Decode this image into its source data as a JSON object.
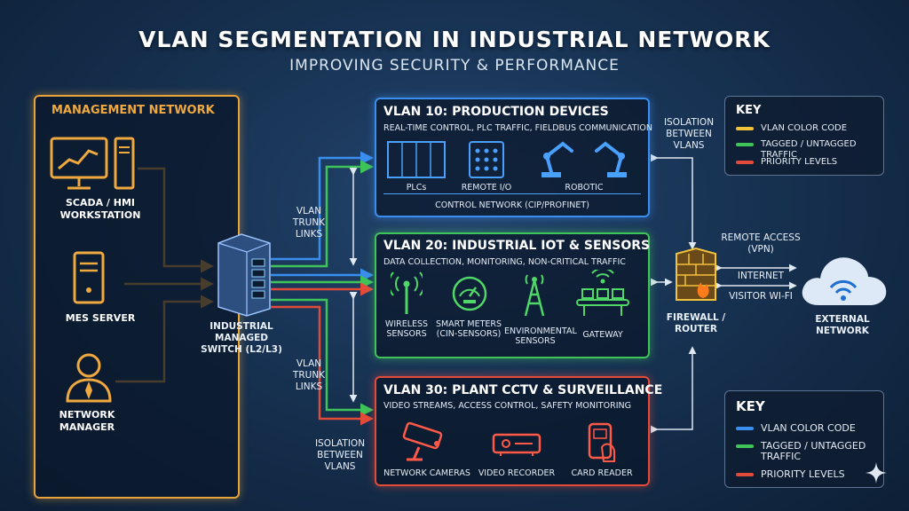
{
  "header": {
    "title": "VLAN SEGMENTATION IN INDUSTRIAL NETWORK",
    "subtitle": "IMPROVING SECURITY & PERFORMANCE"
  },
  "management": {
    "title": "MANAGEMENT NETWORK",
    "devices": [
      "SCADA / HMI WORKSTATION",
      "MES SERVER",
      "NETWORK MANAGER"
    ]
  },
  "switch": {
    "label": "INDUSTRIAL MANAGED SWITCH (L2/L3)"
  },
  "links": {
    "trunk_top": "VLAN TRUNK LINKS",
    "trunk_bottom": "VLAN TRUNK LINKS",
    "isolation_top": "ISOLATION BETWEEN VLANS",
    "isolation_bottom": "ISOLATION BETWEEN VLANS"
  },
  "vlans": {
    "v10": {
      "title": "VLAN 10: PRODUCTION DEVICES",
      "subtitle": "REAL-TIME CONTROL, PLC TRAFFIC, FIELDBUS COMMUNICATION",
      "devices": [
        "PLCs",
        "REMOTE I/O",
        "ROBOTIC"
      ],
      "footer": "CONTROL NETWORK (CIP/PROFINET)"
    },
    "v20": {
      "title": "VLAN 20: INDUSTRIAL IOT & SENSORS",
      "subtitle": "DATA COLLECTION, MONITORING, NON-CRITICAL TRAFFIC",
      "devices": [
        "WIRELESS SENSORS",
        "SMART METERS (CIN-SENSORS)",
        "ENVIRONMENTAL SENSORS",
        "GATEWAY"
      ]
    },
    "v30": {
      "title": "VLAN 30: PLANT CCTV & SURVEILLANCE",
      "subtitle": "VIDEO STREAMS, ACCESS CONTROL, SAFETY MONITORING",
      "devices": [
        "NETWORK CAMERAS",
        "VIDEO RECORDER",
        "CARD READER"
      ]
    }
  },
  "firewall": {
    "label": "FIREWALL / ROUTER"
  },
  "external": {
    "label": "EXTERNAL NETWORK",
    "links": [
      "REMOTE ACCESS (VPN)",
      "INTERNET",
      "VISITOR WI-FI"
    ]
  },
  "key_top": {
    "title": "KEY",
    "items": [
      "VLAN COLOR CODE",
      "TAGGED / UNTAGGED TRAFFIC",
      "PRIORITY LEVELS"
    ]
  },
  "key_bottom": {
    "title": "KEY",
    "items": [
      "VLAN COLOR CODE",
      "TAGGED / UNTAGGED TRAFFIC",
      "PRIORITY LEVELS"
    ]
  },
  "colors": {
    "management": "#e8a33a",
    "vlan10": "#3a8ef0",
    "vlan20": "#3fc45a",
    "vlan30": "#e24a3a",
    "firewall": "#f2c23a"
  }
}
